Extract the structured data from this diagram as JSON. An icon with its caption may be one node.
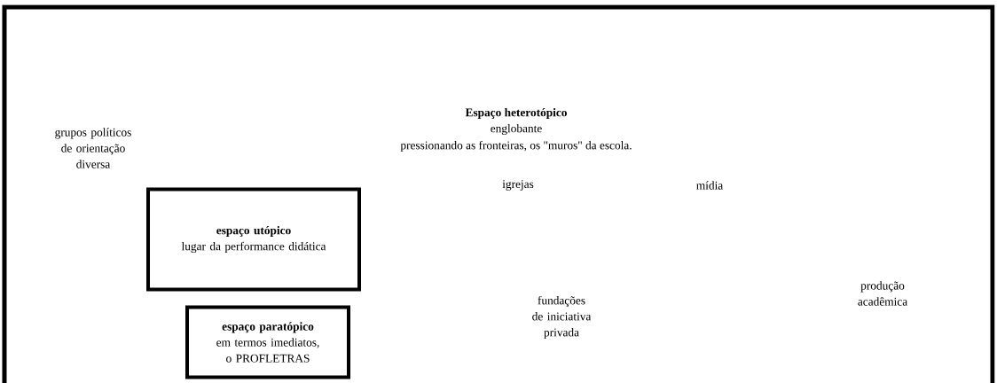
{
  "diagram": {
    "nodes": [
      {
        "text": [
          "Espaço heterotópico",
          "englobante",
          "pressionando as fronteiras, os \"muros\" da escola."
        ]
      },
      {
        "text": [
          "espaço utópico",
          "lugar da performance didática"
        ],
        "in": 0
      },
      {
        "text": [
          "espaço paratópico",
          "em termos imediatos, o PROFLETRAS"
        ],
        "in": 0
      }
    ],
    "labels": [
      "grupos políticos de orientação diversa",
      "igrejas",
      "mídia",
      "produção acadêmica",
      "fundações de iniciativa privada"
    ]
  }
}
